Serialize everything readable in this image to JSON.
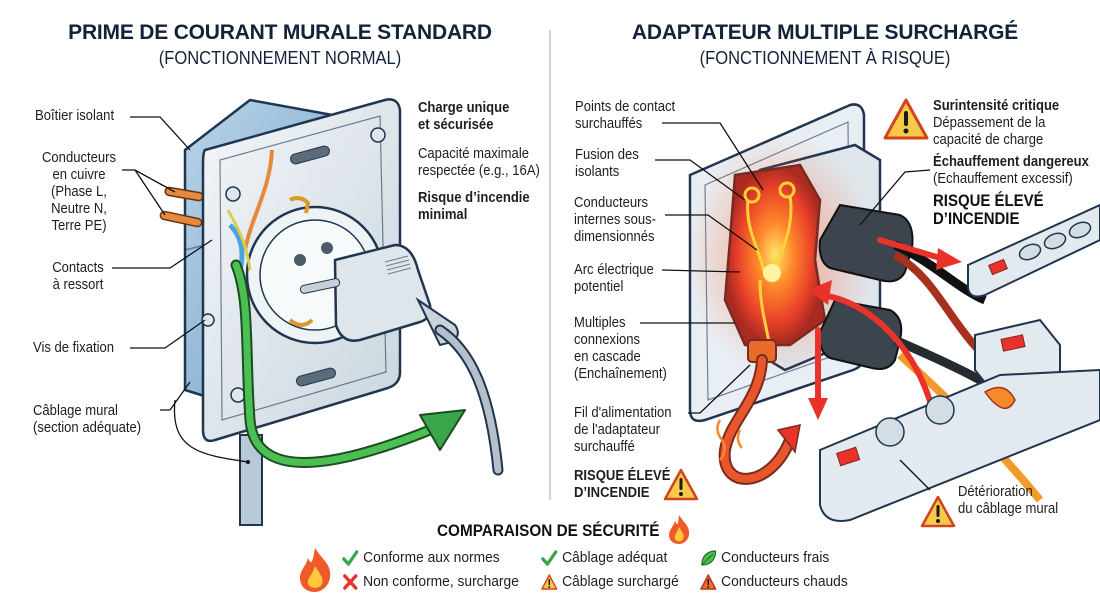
{
  "left_panel": {
    "title": "PRIME DE COURANT MURALE STANDARD",
    "subtitle": "(FONCTIONNEMENT NORMAL)",
    "labels": {
      "boitier": "Boîtier isolant",
      "conducteurs": [
        "Conducteurs",
        "en cuivre",
        "(Phase L,",
        "Neutre N,",
        "Terre PE)"
      ],
      "contacts": [
        "Contacts",
        "à ressort"
      ],
      "vis": "Vis de fixation",
      "cablage": [
        "Câblage mural",
        "(section adéquate)"
      ]
    },
    "info": {
      "heading": [
        "Charge unique",
        "et sécurisée"
      ],
      "capacity": [
        "Capacité maximale",
        "respectée (e.g., 16A)"
      ],
      "risk": [
        "Risque d’incendie",
        "minimal"
      ]
    }
  },
  "right_panel": {
    "title": "ADAPTATEUR MULTIPLE SURCHARGÉ",
    "subtitle": "(FONCTIONNEMENT À RISQUE)",
    "labels": {
      "points": [
        "Points de contact",
        "surchauffés"
      ],
      "fusion": [
        "Fusion des",
        "isolants"
      ],
      "conducteurs": [
        "Conducteurs",
        "internes sous-",
        "dimensionnés"
      ],
      "arc": [
        "Arc électrique",
        "potentiel"
      ],
      "multiples": [
        "Multiples",
        "connexions",
        "en cascade",
        "(Enchaînement)"
      ],
      "fil": [
        "Fil d'alimentation",
        "de l'adaptateur",
        "surchauffé"
      ],
      "risk_bottom": [
        "RISQUE ÉLEVÉ",
        "D’INCENDIE"
      ],
      "deterioration": [
        "Détérioration",
        "du câblage mural"
      ]
    },
    "info": {
      "surintensite_heading": "Surintensité critique",
      "surintensite_text": [
        "Dépassement de la",
        "capacité de charge"
      ],
      "echauffement_heading": "Échauffement dangereux",
      "echauffement_text": "(Echauffement excessif)",
      "risk": [
        "RISQUE ÉLEVÉ",
        "D’INCENDIE"
      ]
    }
  },
  "legend": {
    "title": "COMPARAISON DE SÉCURITÉ",
    "items": [
      {
        "icon": "check-icon",
        "label": "Conforme aux normes"
      },
      {
        "icon": "cross-icon",
        "label": "Non conforme, surcharge"
      },
      {
        "icon": "check-icon",
        "label": "Câblage adéquat"
      },
      {
        "icon": "warning-icon",
        "label": "Câblage surchargé"
      },
      {
        "icon": "leaf-icon",
        "label": "Conducteurs frais"
      },
      {
        "icon": "warning-icon",
        "label": "Conducteurs chauds"
      }
    ]
  },
  "colors": {
    "title": "#13213a",
    "safe_green": "#3aa64a",
    "danger_red": "#e8322a",
    "warning_orange": "#f2a31b",
    "divider": "#c9d3d9"
  }
}
